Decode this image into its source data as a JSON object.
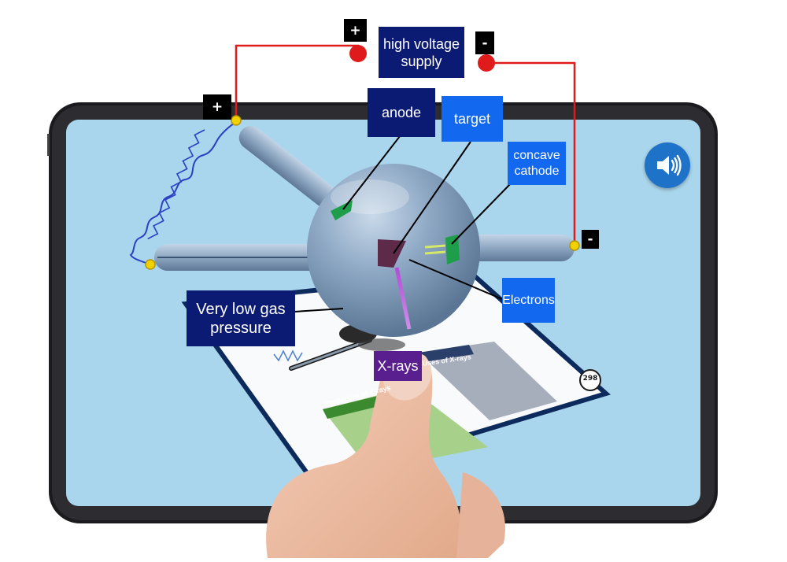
{
  "labels": {
    "high_voltage": "high voltage supply",
    "anode": "anode",
    "target": "target",
    "concave_cathode": "concave cathode",
    "electrons": "Electrons",
    "very_low_gas": "Very low gas pressure",
    "x_rays": "X-rays"
  },
  "terminals": {
    "plus_top": "+",
    "minus_top": "-",
    "plus_left": "+",
    "minus_right": "-"
  },
  "card": {
    "page_number": "298",
    "properties_heading": "Properties of X-rays",
    "uses_heading": "Uses of X-rays"
  },
  "controls": {
    "speaker_icon": "speaker-volume-icon"
  },
  "colors": {
    "label_dark": "#0b1a73",
    "label_blue": "#1268ee",
    "label_purple": "#5a1f8e",
    "wire": "#e01b1b",
    "screen": "#a9d6ec"
  }
}
